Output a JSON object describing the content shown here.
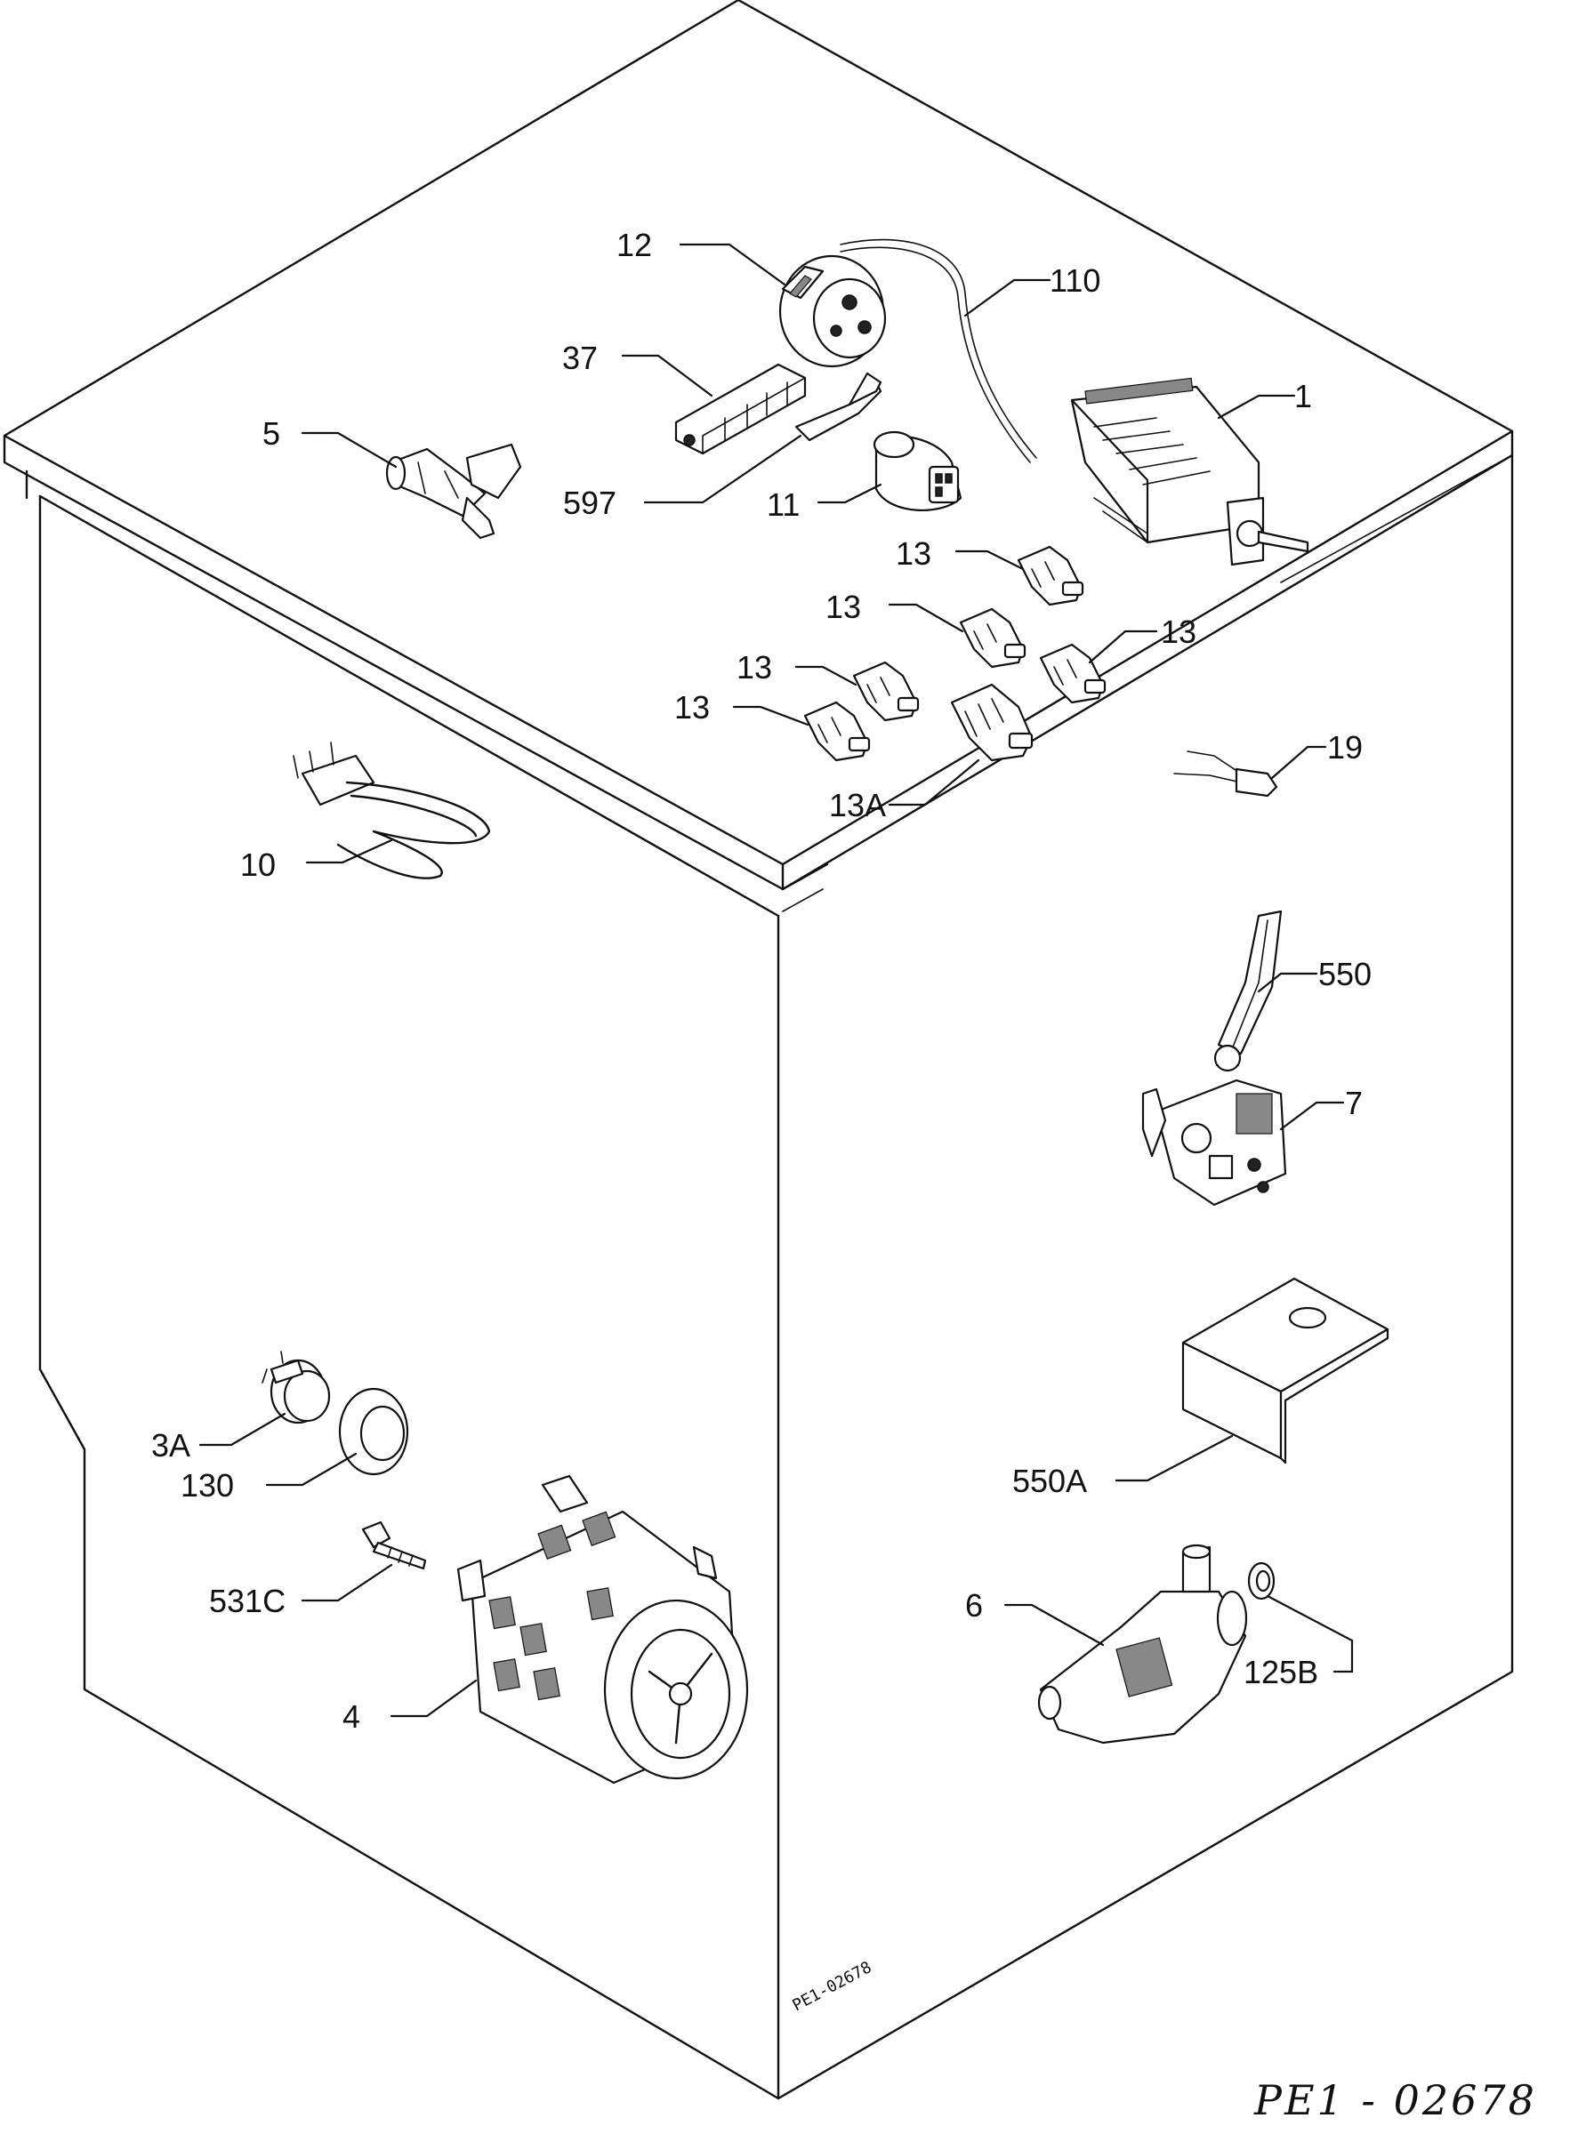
{
  "parts": {
    "p12": "12",
    "p110": "110",
    "p37": "37",
    "p1": "1",
    "p5": "5",
    "p597": "597",
    "p11": "11",
    "p13a": "13",
    "p13b": "13",
    "p13c": "13",
    "p13d": "13",
    "p13e": "13",
    "p13A": "13A",
    "p19": "19",
    "p10": "10",
    "p550": "550",
    "p7": "7",
    "p550A": "550A",
    "p3A": "3A",
    "p130": "130",
    "p531C": "531C",
    "p6": "6",
    "p125B": "125B",
    "p4": "4"
  },
  "drawing_code_small": "PE1-02678",
  "drawing_code": "PE1 - 02678"
}
